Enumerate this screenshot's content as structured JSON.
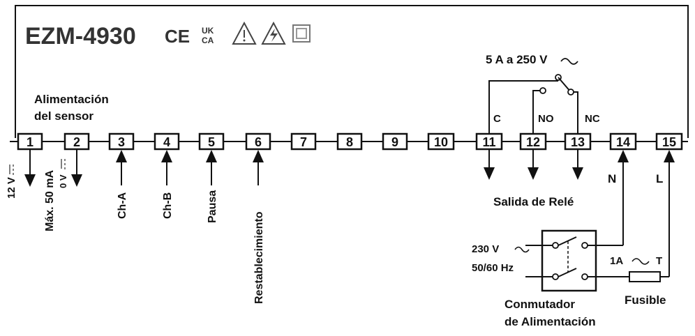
{
  "title": {
    "model": "EZM-4930",
    "marks": [
      "CE",
      "UK CA"
    ]
  },
  "terminals": [
    "1",
    "2",
    "3",
    "4",
    "5",
    "6",
    "7",
    "8",
    "9",
    "10",
    "11",
    "12",
    "13",
    "14",
    "15"
  ],
  "sensor_supply": {
    "label_line1": "Alimentación",
    "label_line2": "del sensor",
    "v12": "12 V",
    "v0": "0 V",
    "max_current": "Máx. 50 mA"
  },
  "inputs": {
    "t3": "Ch-A",
    "t4": "Ch-B",
    "t5": "Pausa",
    "t6": "Restablecimiento"
  },
  "relay": {
    "rating": "5 A a 250 V",
    "ac_symbol": "∼",
    "c": "C",
    "no": "NO",
    "nc": "NC",
    "output_label": "Salida de Relé"
  },
  "power": {
    "n": "N",
    "l": "L",
    "voltage": "230 V",
    "freq": "50/60 Hz",
    "switch_line1": "Conmutador",
    "switch_line2": "de Alimentación",
    "fuse_rating": "1A",
    "fuse_type": "T",
    "fuse_label": "Fusible"
  },
  "icons": [
    "ce-mark-icon",
    "ukca-mark-icon",
    "warning-triangle-icon",
    "electric-hazard-icon",
    "double-insulation-icon"
  ]
}
